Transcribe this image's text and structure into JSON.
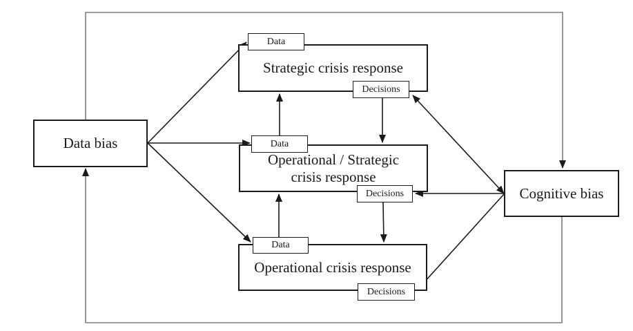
{
  "nodes": {
    "data_bias": "Data bias",
    "cognitive_bias": "Cognitive bias",
    "strategic": "Strategic crisis response",
    "operational_strategic_line1": "Operational / Strategic",
    "operational_strategic_line2": "crisis response",
    "operational": "Operational crisis response",
    "data_tag": "Data",
    "decisions_tag": "Decisions"
  },
  "edges": [
    {
      "from": "data_bias",
      "to": "strategic.data",
      "arrow": "to"
    },
    {
      "from": "data_bias",
      "to": "operational_strategic.data",
      "arrow": "to"
    },
    {
      "from": "data_bias",
      "to": "operational.data",
      "arrow": "to"
    },
    {
      "from": "cognitive_bias",
      "to": "strategic.decisions",
      "arrow": "both"
    },
    {
      "from": "cognitive_bias",
      "to": "operational_strategic.decisions",
      "arrow": "to"
    },
    {
      "from": "cognitive_bias",
      "to": "operational.decisions",
      "arrow": "to"
    },
    {
      "from": "strategic.decisions",
      "to": "operational_strategic",
      "arrow": "to"
    },
    {
      "from": "operational_strategic.decisions",
      "to": "operational",
      "arrow": "to"
    },
    {
      "from": "operational_strategic.data",
      "to": "strategic",
      "arrow": "to"
    },
    {
      "from": "operational.data",
      "to": "operational_strategic",
      "arrow": "to"
    },
    {
      "from": "data_bias",
      "to": "cognitive_bias",
      "via": "outer-top-loop",
      "arrow": "to"
    },
    {
      "from": "cognitive_bias",
      "to": "data_bias",
      "via": "outer-bottom-loop",
      "arrow": "to"
    }
  ],
  "colors": {
    "background": "#ffffff",
    "box_border": "#1a1a1a",
    "text": "#1a1a1a",
    "arrow": "#1a1a1a",
    "loop_line": "#7d7d7d",
    "box_fill": "#ffffff"
  }
}
